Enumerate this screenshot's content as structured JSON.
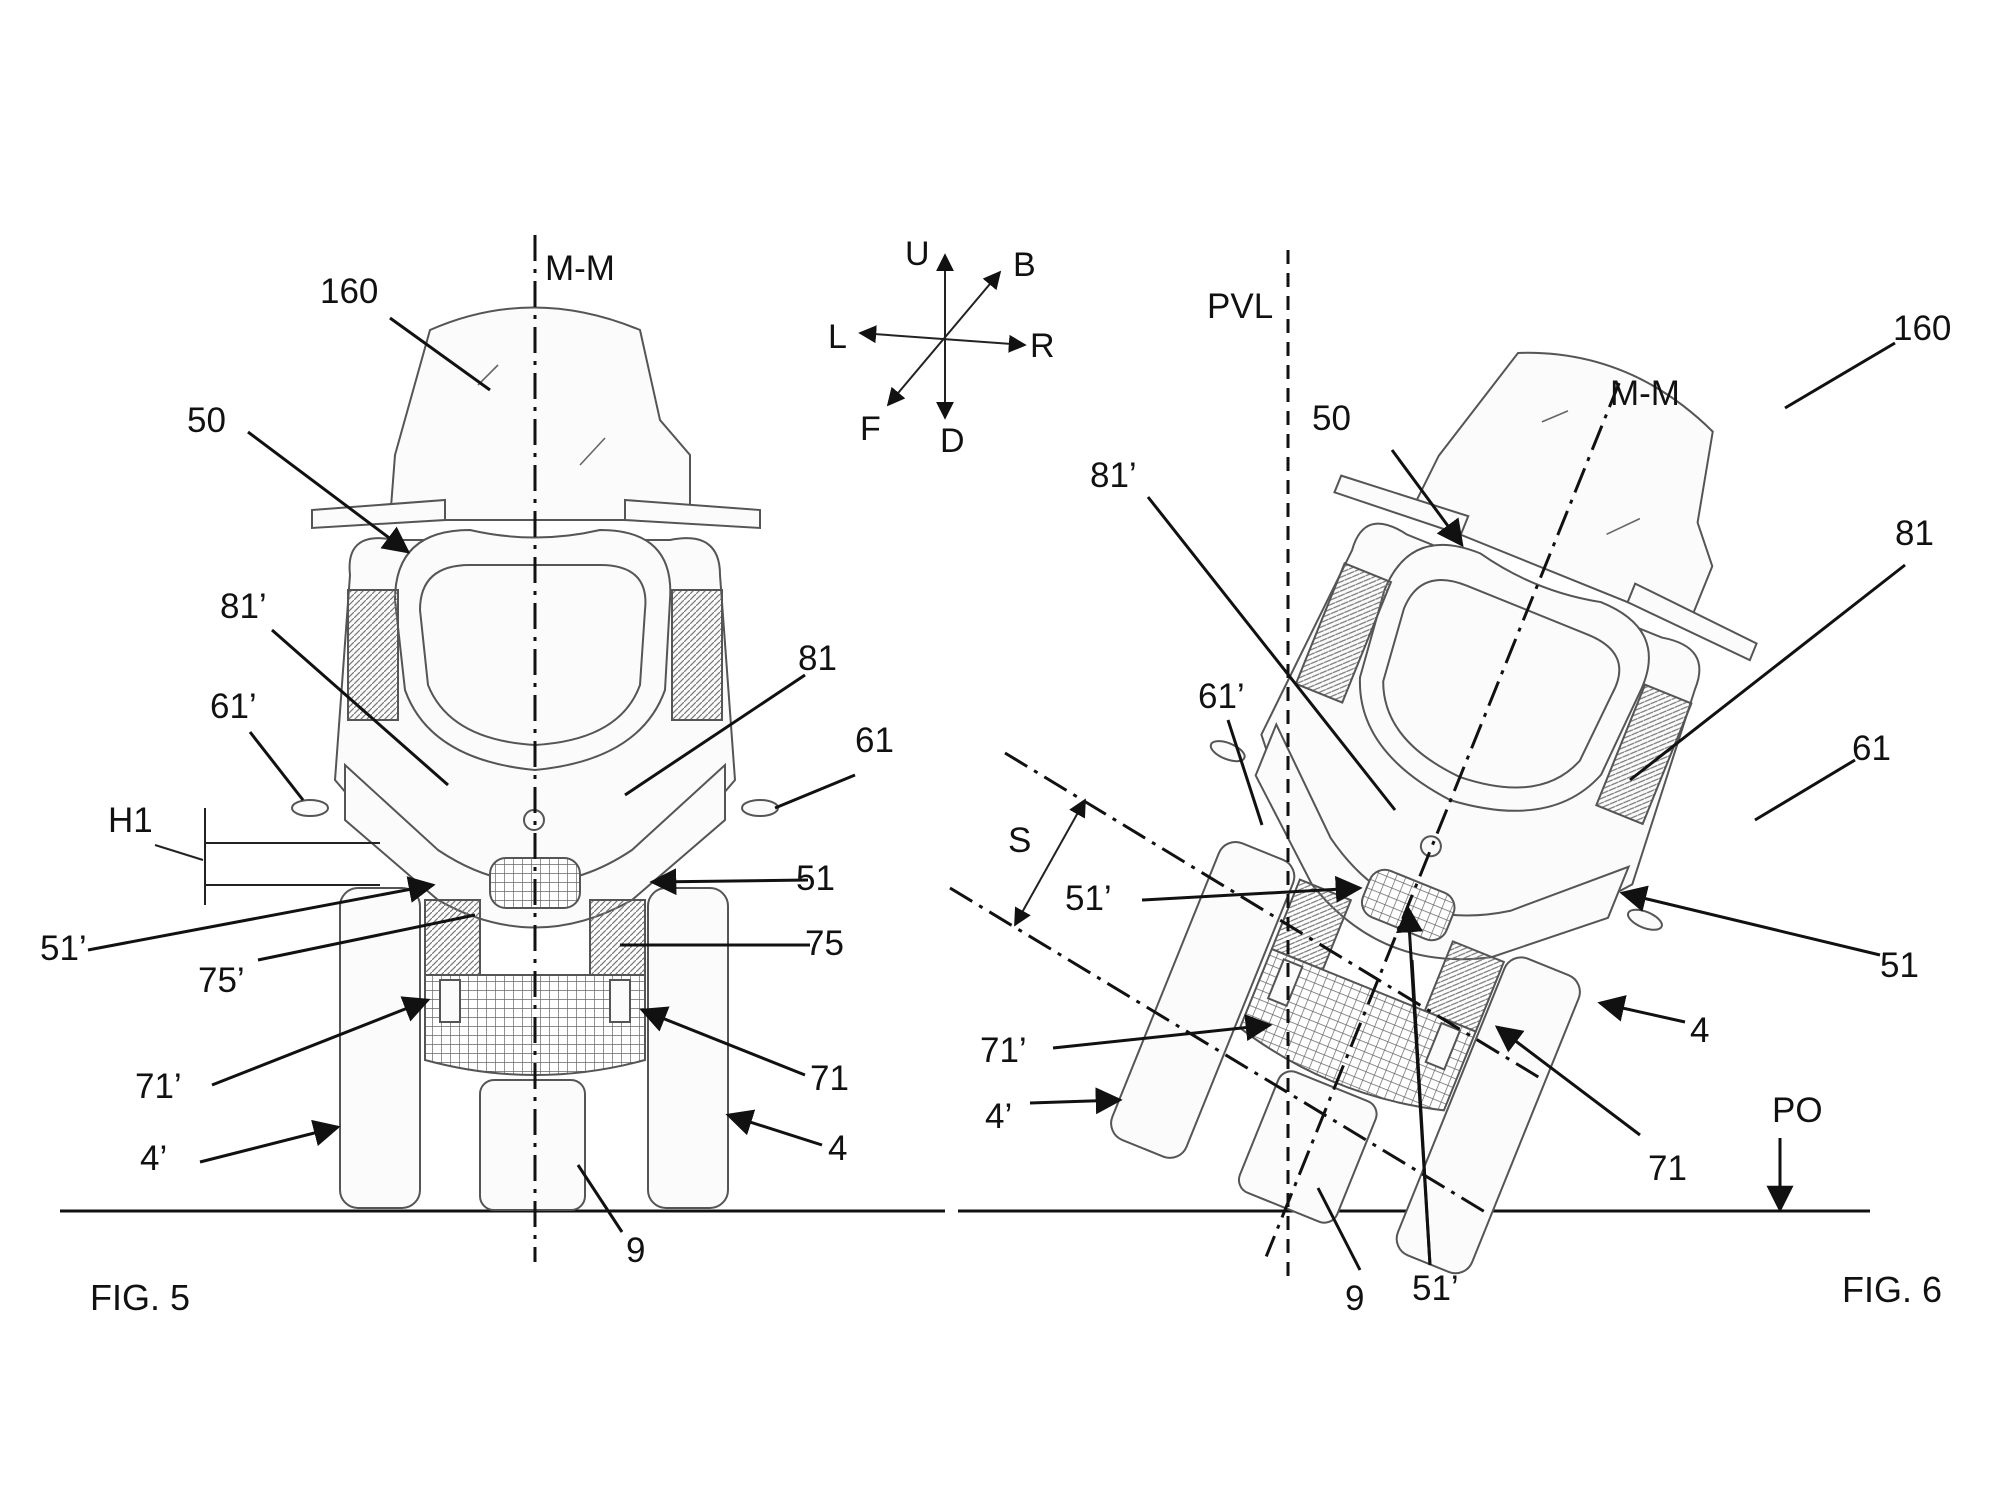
{
  "figures": {
    "fig5": {
      "title": "FIG. 5",
      "labels": {
        "160": "160",
        "mm": "M-M",
        "50": "50",
        "81p": "81’",
        "81": "81",
        "61p": "61’",
        "61": "61",
        "h1": "H1",
        "51": "51",
        "51p": "51’",
        "75": "75",
        "75p": "75’",
        "71p": "71’",
        "71": "71",
        "4p": "4’",
        "4": "4",
        "9": "9"
      }
    },
    "fig6": {
      "title": "FIG. 6",
      "labels": {
        "pvl": "PVL",
        "160": "160",
        "mm": "M-M",
        "50": "50",
        "81p": "81’",
        "81": "81",
        "61p": "61’",
        "61": "61",
        "s": "S",
        "51p_top": "51’",
        "51": "51",
        "71p": "71’",
        "4": "4",
        "4p": "4’",
        "71": "71",
        "po": "PO",
        "9": "9",
        "51p_bottom": "51’"
      }
    }
  },
  "compass": {
    "up": "U",
    "down": "D",
    "left": "L",
    "right": "R",
    "back": "B",
    "front": "F"
  }
}
